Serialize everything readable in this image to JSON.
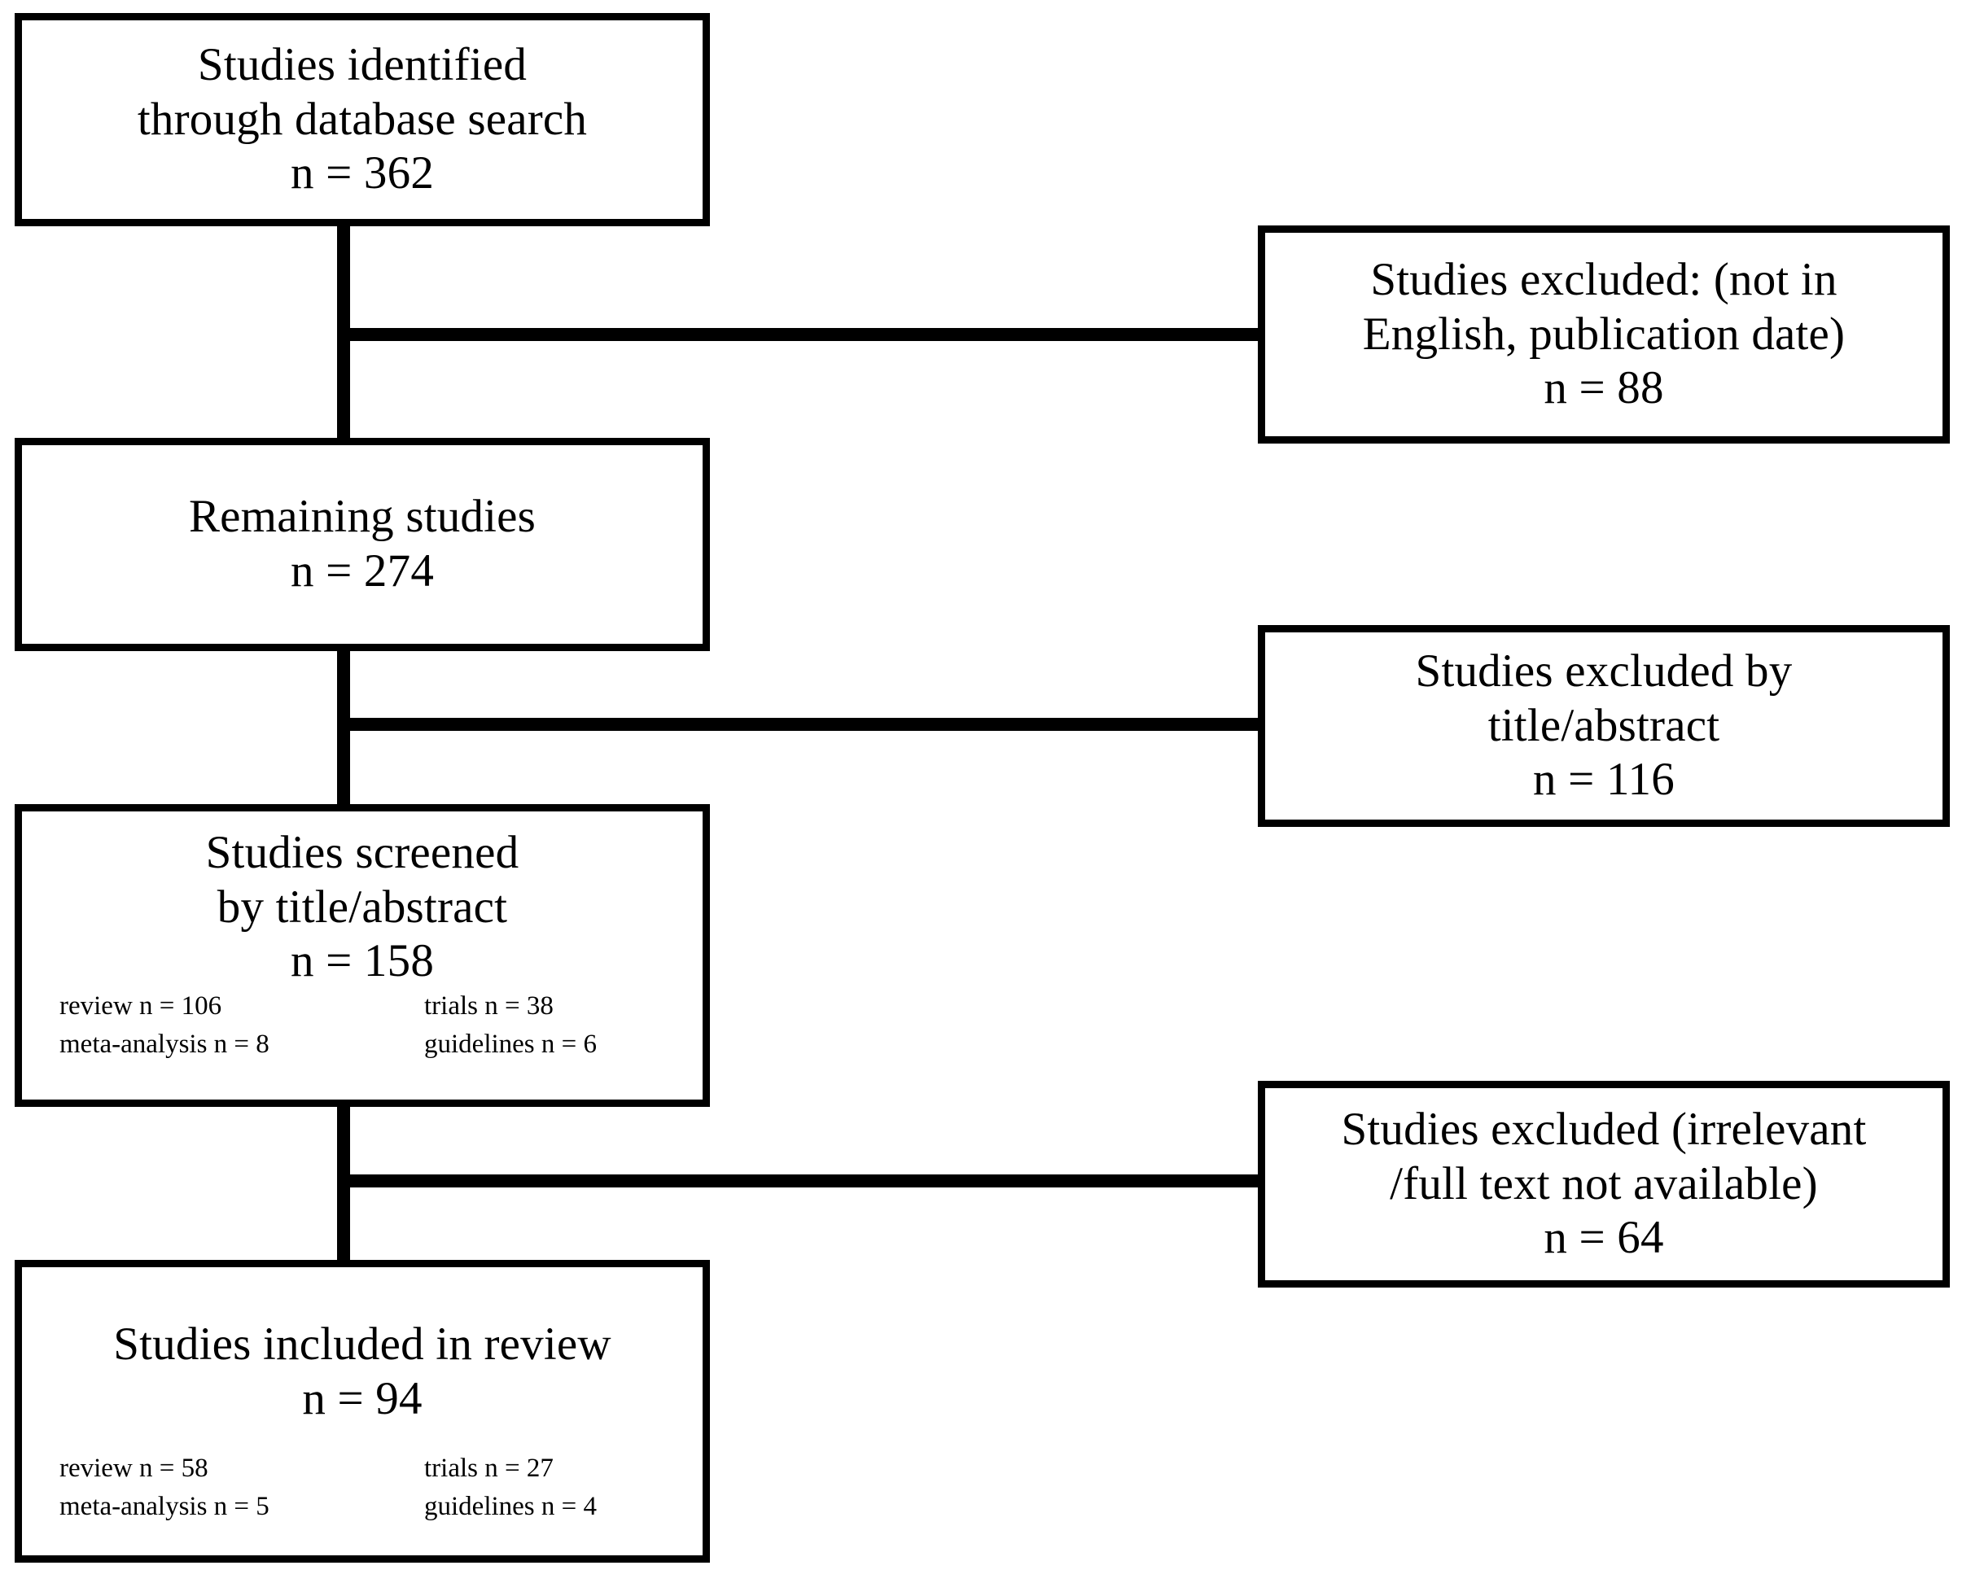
{
  "diagram": {
    "type": "prisma-flow-diagram",
    "title": "Study selection flow diagram",
    "line_color": "#000000",
    "box_border_color": "#000000",
    "background_color": "#ffffff",
    "text_color": "#000000"
  },
  "flow": {
    "main_boxes": [
      {
        "id": "identified",
        "label": "Studies identified\nthrough database search\nn = 362",
        "count_label": "n = 362",
        "count": 362,
        "substats": null
      },
      {
        "id": "remaining",
        "label": "Remaining studies\nn = 274",
        "count_label": "n = 274",
        "count": 274,
        "substats": null
      },
      {
        "id": "screened",
        "label": "Studies screened\nby title/abstract\nn = 158",
        "count_label": "n = 158",
        "count": 158,
        "substats": {
          "left": [
            "review n = 106",
            "meta-analysis n = 8"
          ],
          "right": [
            "trials n = 38",
            "guidelines n = 6"
          ]
        }
      },
      {
        "id": "included",
        "label": "Studies included in review\nn = 94",
        "count_label": "n = 94",
        "count": 94,
        "substats": {
          "left": [
            "review n = 58",
            "meta-analysis n = 5"
          ],
          "right": [
            "trials n = 27",
            "guidelines n = 4"
          ]
        }
      }
    ],
    "excluded_boxes": [
      {
        "id": "excluded-language-date",
        "label": "Studies excluded: (not in\nEnglish, publication date)\nn = 88",
        "count_label": "n = 88",
        "count": 88
      },
      {
        "id": "excluded-title-abstract",
        "label": "Studies excluded by\ntitle/abstract\nn = 116",
        "count_label": "n = 116",
        "count": 116
      },
      {
        "id": "excluded-irrelevant-fulltext",
        "label": "Studies excluded (irrelevant\n/full text not available)\nn = 64",
        "count_label": "n = 64",
        "count": 64
      }
    ]
  },
  "chart_data": {
    "type": "diagram",
    "title": "PRISMA study selection flow",
    "stages": [
      {
        "stage": "Studies identified through database search",
        "n": 362
      },
      {
        "stage": "Studies excluded: (not in English, publication date)",
        "n": 88
      },
      {
        "stage": "Remaining studies",
        "n": 274
      },
      {
        "stage": "Studies excluded by title/abstract",
        "n": 116
      },
      {
        "stage": "Studies screened by title/abstract",
        "n": 158
      },
      {
        "stage": "Studies excluded (irrelevant/full text not available)",
        "n": 64
      },
      {
        "stage": "Studies included in review",
        "n": 94
      }
    ],
    "breakdowns": {
      "screened": {
        "review": 106,
        "meta-analysis": 8,
        "trials": 38,
        "guidelines": 6
      },
      "included": {
        "review": 58,
        "meta-analysis": 5,
        "trials": 27,
        "guidelines": 4
      }
    }
  }
}
